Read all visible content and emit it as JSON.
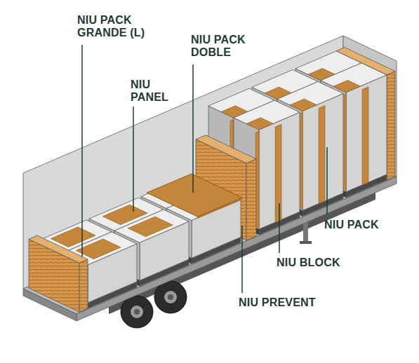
{
  "diagram": {
    "labels": [
      "NIU PACK GRANDE (L)",
      "NIU PACK DOBLE",
      "NIU PANEL",
      "NIU PACK",
      "NIU BLOCK",
      "NIU PREVENT"
    ]
  }
}
